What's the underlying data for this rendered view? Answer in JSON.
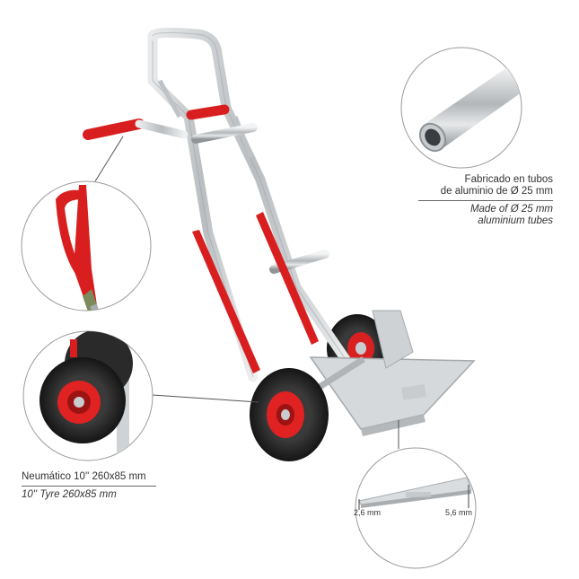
{
  "captions": {
    "tube_es_1": "Fabricado en tubos",
    "tube_es_2": "de aluminio de Ø 25 mm",
    "tube_en_1": "Made of Ø 25 mm",
    "tube_en_2": "aluminium tubes",
    "tyre_es": "Neumático 10'' 260x85 mm",
    "tyre_en": "10'' Tyre 260x85 mm",
    "thickness_a": "2,6 mm",
    "thickness_b": "5,6 mm"
  },
  "colors": {
    "frame": "#c8cbcd",
    "accent": "#d81e1e",
    "tyre": "#2a2a2a",
    "hub": "#e02222",
    "circle_border": "#9a9a9a"
  }
}
